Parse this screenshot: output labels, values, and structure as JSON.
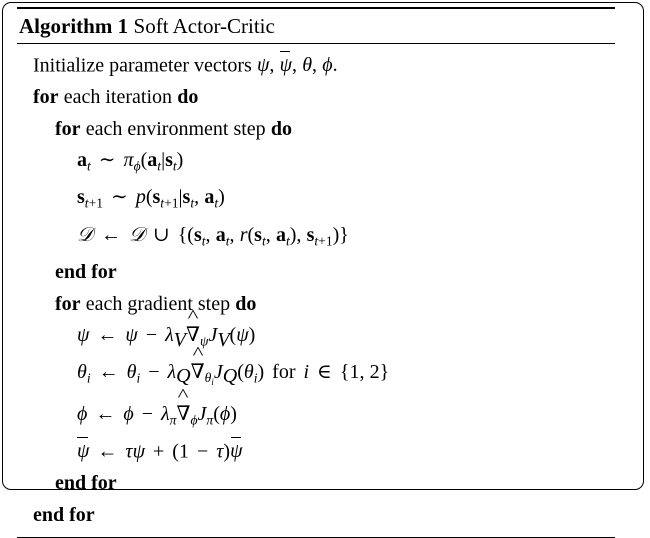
{
  "document": {
    "type": "algorithm-pseudocode",
    "caption_label": "Algorithm 1",
    "caption_title": "Soft Actor-Critic",
    "background_color": "#ffffff",
    "text_color": "#000000"
  },
  "keywords": {
    "for": "for",
    "do": "do",
    "end_for": "end for",
    "each": "each",
    "iteration": "iteration",
    "environment_step": "environment step",
    "gradient_step": "gradient step",
    "for_inline": "for"
  },
  "lines": [
    {
      "id": "line-initialize",
      "indent": 0,
      "text_prefix": "Initialize parameter vectors",
      "math": "ψ, ψ̄, θ, φ."
    },
    {
      "id": "line-for-iteration",
      "indent": 0,
      "text": "for each iteration do"
    },
    {
      "id": "line-for-env-step",
      "indent": 1,
      "text": "for each environment step do"
    },
    {
      "id": "line-sample-action",
      "indent": 2,
      "math": "a_t ~ π_φ(a_t|s_t)"
    },
    {
      "id": "line-sample-state",
      "indent": 2,
      "math": "s_{t+1} ~ p(s_{t+1}|s_t, a_t)"
    },
    {
      "id": "line-buffer-update",
      "indent": 2,
      "math": "D ← D ∪ {(s_t, a_t, r(s_t, a_t), s_{t+1})}"
    },
    {
      "id": "line-end-for-env",
      "indent": 1,
      "text": "end for"
    },
    {
      "id": "line-for-grad-step",
      "indent": 1,
      "text": "for each gradient step do"
    },
    {
      "id": "line-update-psi",
      "indent": 2,
      "math": "ψ ← ψ − λ_V ∇̂_ψ J_V(ψ)"
    },
    {
      "id": "line-update-theta",
      "indent": 2,
      "math": "θ_i ← θ_i − λ_Q ∇̂_{θ_i} J_Q(θ_i) for i ∈ {1, 2}"
    },
    {
      "id": "line-update-phi",
      "indent": 2,
      "math": "φ ← φ − λ_π ∇̂_φ J_π(φ)"
    },
    {
      "id": "line-update-psi-bar",
      "indent": 2,
      "math": "ψ̄ ← τψ + (1 − τ)ψ̄"
    },
    {
      "id": "line-end-for-grad",
      "indent": 1,
      "text": "end for"
    },
    {
      "id": "line-end-for-iteration",
      "indent": 0,
      "text": "end for"
    }
  ],
  "text": {
    "initialize": "Initialize parameter vectors",
    "for": "for",
    "each_iteration_do_pre": "each iteration",
    "each_environment_step_pre": "each environment step",
    "each_gradient_step_pre": "each gradient step",
    "do": "do",
    "end_for": "end for",
    "for_lower": "for"
  },
  "symbols": {
    "psi": "ψ",
    "theta": "θ",
    "phi": "φ",
    "pi": "π",
    "tau": "τ",
    "lambda": "λ",
    "nabla": "∇",
    "gets": "←",
    "sim": "∼",
    "cup": "∪",
    "in": "∈",
    "minus": "−",
    "plus": "+",
    "cal_D": "𝒟",
    "a": "a",
    "s": "s",
    "r": "r",
    "p": "p",
    "J": "J",
    "V": "V",
    "Q": "Q",
    "i": "i",
    "t": "t",
    "one": "1",
    "two": "2",
    "t_plus_1": "t+1"
  }
}
